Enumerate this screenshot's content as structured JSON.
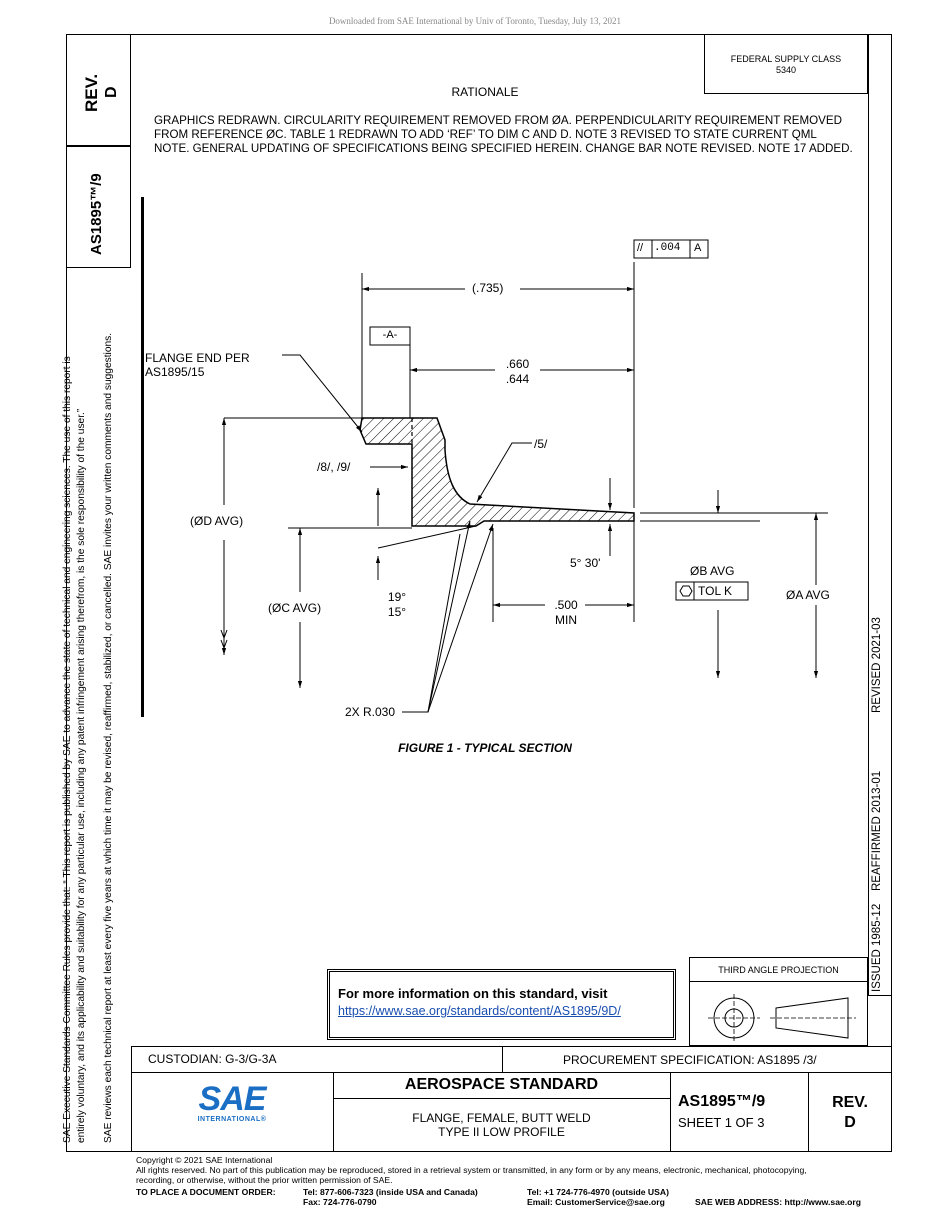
{
  "download_notice": "Downloaded from SAE International by Univ of Toronto, Tuesday, July 13, 2021",
  "rev_tab": {
    "rev": "REV.",
    "letter": "D",
    "number": "AS1895™/9"
  },
  "side_notes": {
    "line1": "SAE Executive Standards Committee Rules provide that: “  This report is published by SAE to advance the state of technical and engineering sciences. The use of this report is",
    "line2": "entirely voluntary, and its applicability and suitability for any particular use, including any patent infringement arising therefrom, is the sole responsibility of the user.”",
    "line3": "SAE reviews each technical report at least every five years at which time it may be revised, reaffirmed, stabilized, or cancelled. SAE invites your written comments and suggestions."
  },
  "federal_supply": {
    "line1": "FEDERAL SUPPLY CLASS",
    "line2": "5340"
  },
  "rationale": {
    "title": "RATIONALE",
    "body": "GRAPHICS REDRAWN. CIRCULARITY REQUIREMENT REMOVED FROM ØA. PERPENDICULARITY REQUIREMENT REMOVED FROM REFERENCE ØC. TABLE 1 REDRAWN TO ADD ‘REF’ TO DIM C AND D. NOTE 3 REVISED TO STATE CURRENT QML NOTE. GENERAL UPDATING OF SPECIFICATIONS BEING SPECIFIED HEREIN. CHANGE BAR NOTE REVISED. NOTE 17 ADDED."
  },
  "dates_strip": {
    "revised": "REVISED 2021-03",
    "reaffirmed": "ISSUED 1985-12    REAFFIRMED 2013-01"
  },
  "figure": {
    "caption": "FIGURE 1 - TYPICAL SECTION",
    "tolerance_sym": "//",
    "tolerance_val": ".004",
    "tolerance_ref": "A",
    "dim_735": "(.735)",
    "datum_a": "-A-",
    "flange_end_1": "FLANGE END PER",
    "flange_end_2": "AS1895/15",
    "dim_660": ".660",
    "dim_644": ".644",
    "note_5": "/5/",
    "note_89": "/8/, /9/",
    "d_avg": "(ØD AVG)",
    "angle_530": "5° 30'",
    "b_avg": "ØB AVG",
    "tol_k": "TOL K",
    "a_avg": "ØA AVG",
    "c_avg": "(ØC AVG)",
    "angle_19": "19°",
    "angle_15": "15°",
    "dim_500": ".500",
    "dim_min": "MIN",
    "radius": "2X R.030"
  },
  "info_box": {
    "text": "For more information on this standard, visit",
    "link": "https://www.sae.org/standards/content/AS1895/9D/"
  },
  "projection": {
    "label": "THIRD ANGLE PROJECTION"
  },
  "title_block": {
    "custodian": "CUSTODIAN: G-3/G-3A",
    "procurement": "PROCUREMENT SPECIFICATION: AS1895 /3/",
    "logo_text": "SAE",
    "logo_sub": "INTERNATIONAL®",
    "title": "AEROSPACE STANDARD",
    "subtitle1": "FLANGE, FEMALE, BUTT WELD",
    "subtitle2": "TYPE II LOW PROFILE",
    "doc_number": "AS1895™/9",
    "sheet": "SHEET 1 OF 3",
    "rev_label": "REV.",
    "rev_letter": "D"
  },
  "footer": {
    "copyright": "Copyright © 2021 SAE International",
    "rights1": "All rights reserved. No part of this publication may be reproduced, stored in a retrieval system or transmitted, in any form or by any means, electronic, mechanical, photocopying,",
    "rights2": "recording, or otherwise, without the prior written permission of SAE.",
    "order_label": "TO PLACE A DOCUMENT ORDER:",
    "tel1": "Tel:  877-606-7323 (inside USA and Canada)",
    "fax": "Fax: 724-776-0790",
    "tel2": "Tel:   +1 724-776-4970 (outside USA)",
    "email": "Email: CustomerService@sae.org",
    "web": "SAE WEB ADDRESS: http://www.sae.org"
  }
}
